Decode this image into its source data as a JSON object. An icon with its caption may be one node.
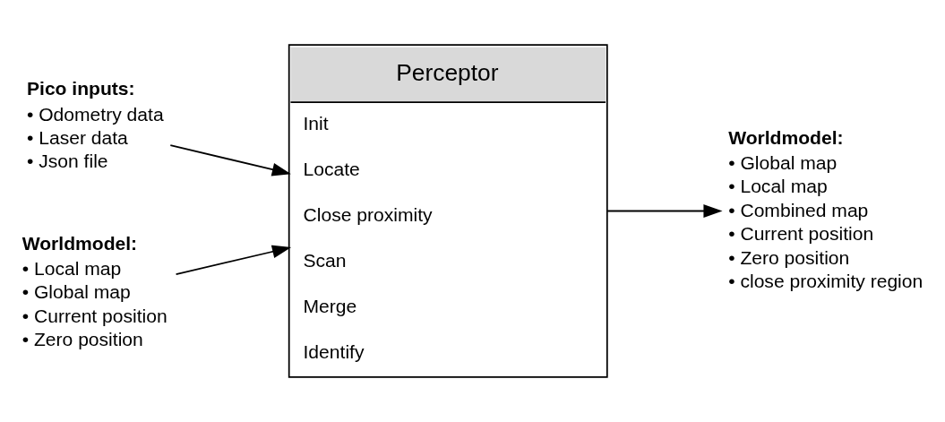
{
  "diagram": {
    "nodes": [
      {
        "text": [
          "Pico inputs:",
          "• Odometry data",
          "• Laser data",
          "• Json file"
        ]
      },
      {
        "text": [
          "Worldmodel:",
          "• Local map",
          "• Global map",
          "• Current position",
          "• Zero position"
        ]
      },
      {
        "text": [
          "Perceptor",
          "Init",
          "Locate",
          "Close proximity",
          "Scan",
          "Merge",
          "Identify"
        ]
      },
      {
        "text": [
          "Worldmodel:",
          "• Global map",
          "• Local map",
          "• Combined map",
          "• Current position",
          "• Zero position",
          "• close proximity region"
        ]
      }
    ],
    "edges": [
      {
        "from": 0,
        "to": 2,
        "arrow": "to"
      },
      {
        "from": 1,
        "to": 2,
        "arrow": "to"
      },
      {
        "from": 2,
        "to": 3,
        "arrow": "to"
      }
    ]
  }
}
